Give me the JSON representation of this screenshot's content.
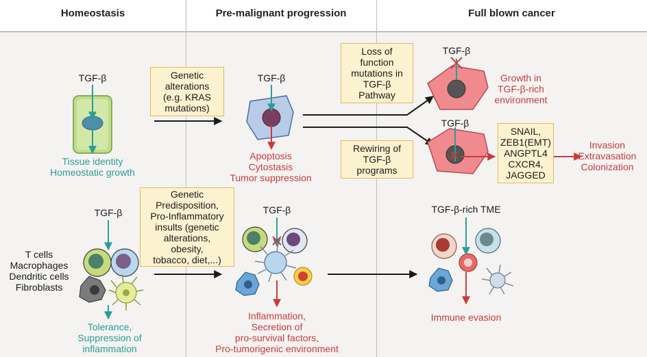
{
  "columns": [
    {
      "title": "Homeostasis"
    },
    {
      "title": "Pre-malignant progression"
    },
    {
      "title": "Full blown cancer"
    }
  ],
  "homeostasis": {
    "top_tgf": "TGF-β",
    "top_outcome": [
      "Tissue identity",
      "Homeostatic growth"
    ],
    "bottom_tgf": "TGF-β",
    "cell_types": [
      "T cells",
      "Macrophages",
      "Dendritic cells",
      "Fibroblasts"
    ],
    "bottom_outcome": [
      "Tolerance,",
      "Suppression of",
      "inflammation"
    ]
  },
  "premalignant": {
    "top_box": [
      "Genetic",
      "alterations",
      "(e.g. KRAS",
      "mutations)"
    ],
    "top_tgf": "TGF-β",
    "top_outcome": [
      "Apoptosis",
      "Cytostasis",
      "Tumor suppression"
    ],
    "bottom_box": [
      "Genetic",
      "Predisposition,",
      "Pro-Inflammatory",
      "insults (genetic",
      "alterations,",
      "obesity,",
      "tobacco, diet,...)"
    ],
    "bottom_tgf": "TGF-β",
    "bottom_outcome": [
      "Inflammation,",
      "Secretion of",
      "pro-survival factors,",
      "Pro-tumorigenic environment"
    ]
  },
  "cancer": {
    "loss_box": [
      "Loss of",
      "function",
      "mutations in",
      "TGF-β",
      "Pathway"
    ],
    "tgf1": "TGF-β",
    "growth_outcome": [
      "Growth in",
      "TGF-β-rich",
      "environment"
    ],
    "rewiring_box": [
      "Rewiring of",
      "TGF-β",
      "programs"
    ],
    "tgf2": "TGF-β",
    "genes_box": [
      "SNAIL,",
      "ZEB1(EMT)",
      "ANGPTL4",
      "CXCR4,",
      "JAGGED"
    ],
    "invasion_outcome": [
      "Invasion",
      "Extravasation",
      "Colonization"
    ],
    "tme_label": "TGF-β-rich TME",
    "immune_outcome": "Immune evasion"
  },
  "colors": {
    "teal": "#2a9d99",
    "red": "#cc3a3c",
    "box_fill": "#fdf2cf",
    "box_border": "#e2b95c"
  }
}
